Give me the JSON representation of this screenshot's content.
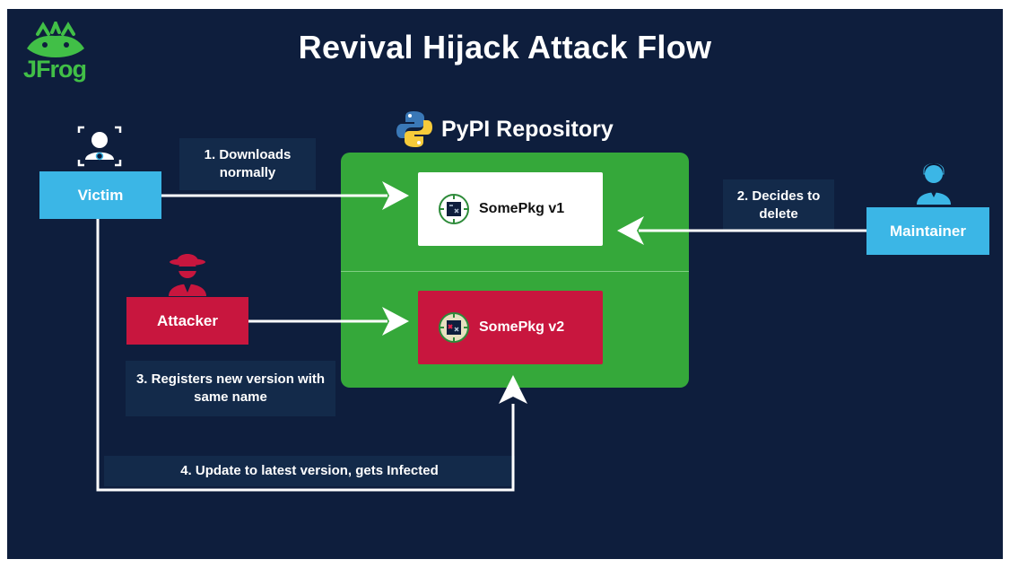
{
  "title": "Revival Hijack Attack Flow",
  "logo": {
    "text": "JFrog"
  },
  "repository": {
    "label": "PyPI Repository"
  },
  "packages": [
    {
      "label": "SomePkg v1"
    },
    {
      "label": "SomePkg v2"
    }
  ],
  "actors": {
    "victim": "Victim",
    "maintainer": "Maintainer",
    "attacker": "Attacker"
  },
  "steps": {
    "step1": "1. Downloads normally",
    "step2": "2. Decides to delete",
    "step3": "3. Registers new version with same name",
    "step4": "4. Update to latest version, gets Infected"
  },
  "colors": {
    "background": "#0e1e3d",
    "repo_green": "#35a83a",
    "actor_blue": "#3bb6e6",
    "malicious_red": "#c8163e",
    "label_bg": "#132a4a"
  },
  "icons": [
    "jfrog-logo-icon",
    "python-logo-icon",
    "victim-person-icon",
    "maintainer-person-icon",
    "attacker-person-icon",
    "package-box-icon",
    "infected-package-box-icon"
  ]
}
